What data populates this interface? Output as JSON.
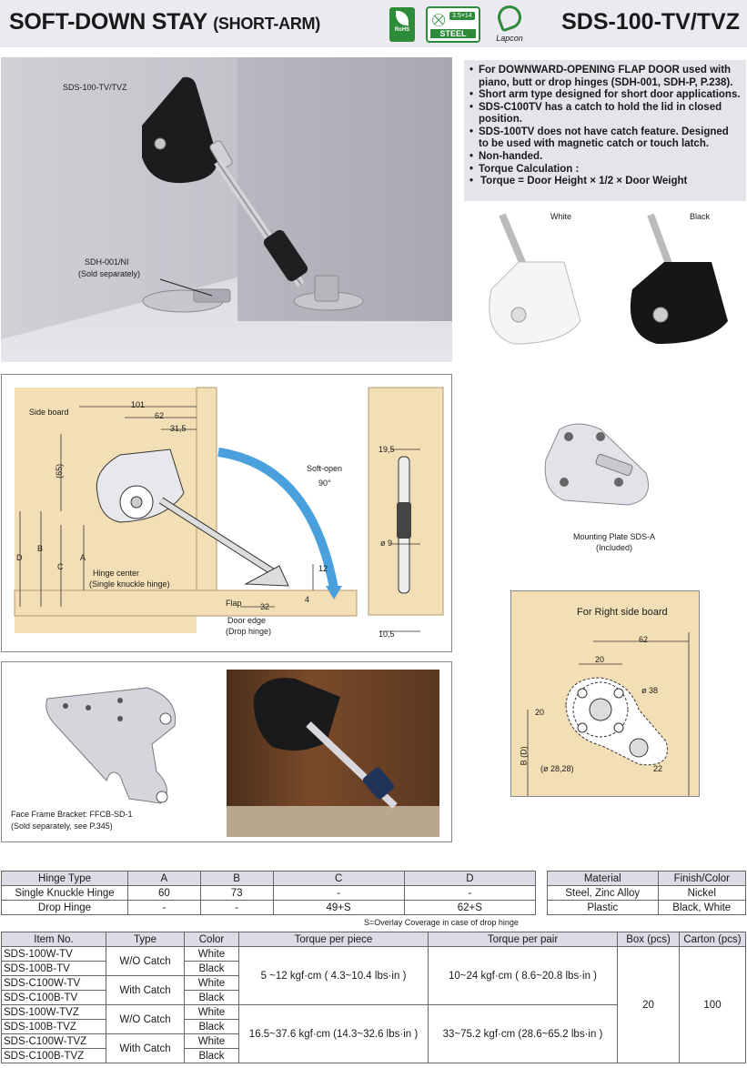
{
  "header": {
    "title": "SOFT-DOWN STAY",
    "subtitle": "(SHORT-ARM)",
    "model": "SDS-100-TV/TVZ",
    "badges": {
      "rohs": "RoHS",
      "steel_dim": "3.5×14",
      "steel": "STEEL",
      "lapcon": "Lapcon"
    }
  },
  "photo_main": {
    "label_model": "SDS-100-TV/TVZ",
    "label_hinge": "SDH-001/NI",
    "label_hinge_note": "(Sold separately)"
  },
  "features": [
    "For DOWNWARD-OPENING FLAP DOOR used with piano, butt or drop hinges (SDH-001, SDH-P, P.238).",
    "Short arm type designed for short door applications.",
    "SDS-C100TV has a catch to hold the lid in closed position.",
    "SDS-100TV does not have catch feature. Designed to be used with magnetic catch or touch latch.",
    "Non-handed.",
    "Torque Calculation :",
    "Torque = Door Height × 1/2 × Door Weight"
  ],
  "color_variants": {
    "white": "White",
    "black": "Black"
  },
  "mounting_plate": {
    "label": "Mounting Plate SDS-A",
    "note": "(Included)"
  },
  "diagram": {
    "side_board": "Side board",
    "d101": "101",
    "d62": "62",
    "d31_5": "31,5",
    "d65": "(65)",
    "soft_open": "Soft-open",
    "angle": "90°",
    "D": "D",
    "B": "B",
    "C": "C",
    "A": "A",
    "hinge_center": "Hinge center",
    "hinge_center_note": "(Single knuckle hinge)",
    "d12": "12",
    "d32": "32",
    "d4": "4",
    "flap": "Flap",
    "door_edge": "Door edge",
    "door_edge_note": "(Drop hinge)",
    "d19_5": "19,5",
    "phi9": "ø 9",
    "d10_5": "10,5"
  },
  "right_side": {
    "title": "For Right side board",
    "d62": "62",
    "d20a": "20",
    "phi38": "ø 38",
    "d20b": "20",
    "BD": "B (D)",
    "phi28": "(ø 28,28)",
    "d22": "22"
  },
  "face_frame": {
    "label": "Face Frame Bracket: FFCB-SD-1",
    "note": "(Sold separately, see P.345)"
  },
  "hinge_table": {
    "headers": [
      "Hinge Type",
      "A",
      "B",
      "C",
      "D"
    ],
    "rows": [
      [
        "Single Knuckle Hinge",
        "60",
        "73",
        "-",
        "-"
      ],
      [
        "Drop Hinge",
        "-",
        "-",
        "49+S",
        "62+S"
      ]
    ],
    "note": "S=Overlay Coverage in case of drop hinge"
  },
  "material_table": {
    "headers": [
      "Material",
      "Finish/Color"
    ],
    "rows": [
      [
        "Steel, Zinc Alloy",
        "Nickel"
      ],
      [
        "Plastic",
        "Black, White"
      ]
    ]
  },
  "product_table": {
    "headers": [
      "Item No.",
      "Type",
      "Color",
      "Torque per piece",
      "Torque per pair",
      "Box (pcs)",
      "Carton (pcs)"
    ],
    "items": [
      {
        "no": "SDS-100W-TV",
        "color": "White"
      },
      {
        "no": "SDS-100B-TV",
        "color": "Black"
      },
      {
        "no": "SDS-C100W-TV",
        "color": "White"
      },
      {
        "no": "SDS-C100B-TV",
        "color": "Black"
      },
      {
        "no": "SDS-100W-TVZ",
        "color": "White"
      },
      {
        "no": "SDS-100B-TVZ",
        "color": "Black"
      },
      {
        "no": "SDS-C100W-TVZ",
        "color": "White"
      },
      {
        "no": "SDS-C100B-TVZ",
        "color": "Black"
      }
    ],
    "type_wo": "W/O Catch",
    "type_with": "With Catch",
    "torque_piece_tv": "5 ~12 kgf·cm ( 4.3~10.4 lbs·in )",
    "torque_pair_tv": "10~24 kgf·cm ( 8.6~20.8 lbs·in )",
    "torque_piece_tvz": "16.5~37.6 kgf·cm (14.3~32.6 lbs·in )",
    "torque_pair_tvz": "33~75.2 kgf·cm (28.6~65.2 lbs·in )",
    "box": "20",
    "carton": "100"
  }
}
